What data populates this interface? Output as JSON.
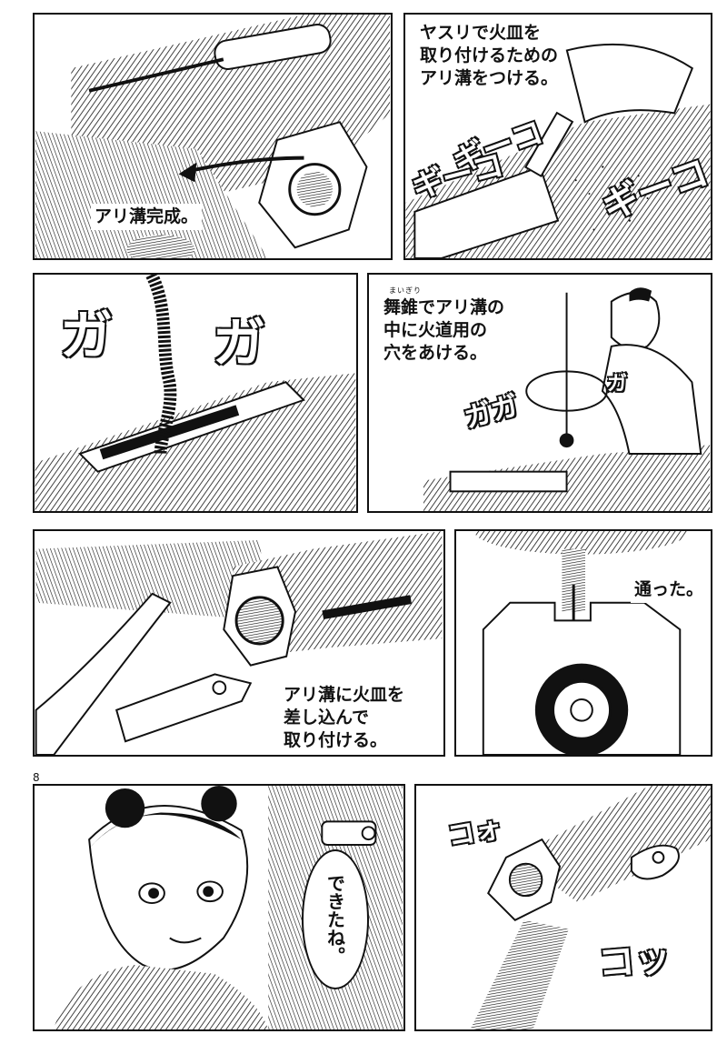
{
  "page": {
    "number": "8"
  },
  "panels": {
    "p1": {
      "caption": "アリ溝完成。"
    },
    "p2": {
      "caption": "ヤスリで火皿を\n取り付けるための\nアリ溝をつける。",
      "sfx": [
        "ギーコ",
        "ギーコ",
        "ギーコ"
      ]
    },
    "p3": {
      "sfx": [
        "ガ",
        "ガ"
      ]
    },
    "p4": {
      "ruby": "まいぎり",
      "caption": "舞錐でアリ溝の\n中に火道用の\n穴をあける。",
      "sfx": [
        "ガガ",
        "ガ"
      ]
    },
    "p5": {
      "caption": "アリ溝に火皿を\n差し込んで\n取り付ける。"
    },
    "p6": {
      "caption": "通った。"
    },
    "p7": {
      "speech": "できたね。"
    },
    "p8": {
      "sfx": [
        "コォ",
        "コッ"
      ]
    }
  },
  "colors": {
    "ink": "#111111",
    "paper": "#ffffff"
  }
}
